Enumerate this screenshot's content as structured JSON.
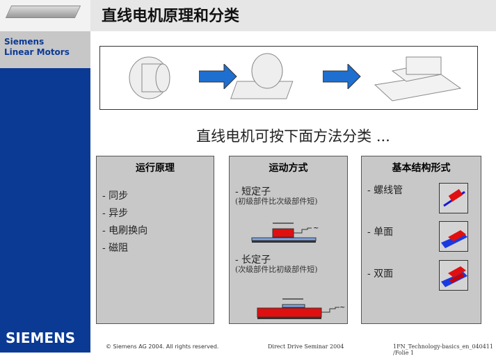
{
  "sidebar": {
    "brand_line1": "Siemens",
    "brand_line2": "Linear Motors",
    "logo": "SIEMENS"
  },
  "header": {
    "title": "直线电机原理和分类"
  },
  "main": {
    "subtitle": "直线电机可按下面方法分类 ...",
    "boxes": [
      {
        "title": "运行原理",
        "items": [
          "- 同步",
          "- 异步",
          "- 电刷换向",
          "- 磁阻"
        ]
      },
      {
        "title": "运动方式",
        "items": [
          {
            "label": "- 短定子",
            "note": "(初级部件比次级部件短)"
          },
          {
            "label": "- 长定子",
            "note": "(次级部件比初级部件短)"
          }
        ]
      },
      {
        "title": "基本结构形式",
        "items": [
          "- 螺线管",
          "- 单面",
          "- 双面"
        ]
      }
    ]
  },
  "footer": {
    "copyright": "©   Siemens AG 2004. All rights reserved.",
    "event": "Direct Drive Seminar 2004",
    "file": "1FN_Technology-basics_en_040411 /Folie 1"
  },
  "colors": {
    "siemens_blue": "#0b3a95",
    "arrow_blue": "#1e6fd0",
    "red": "#e01010",
    "light_blue": "#7ea6e8"
  }
}
